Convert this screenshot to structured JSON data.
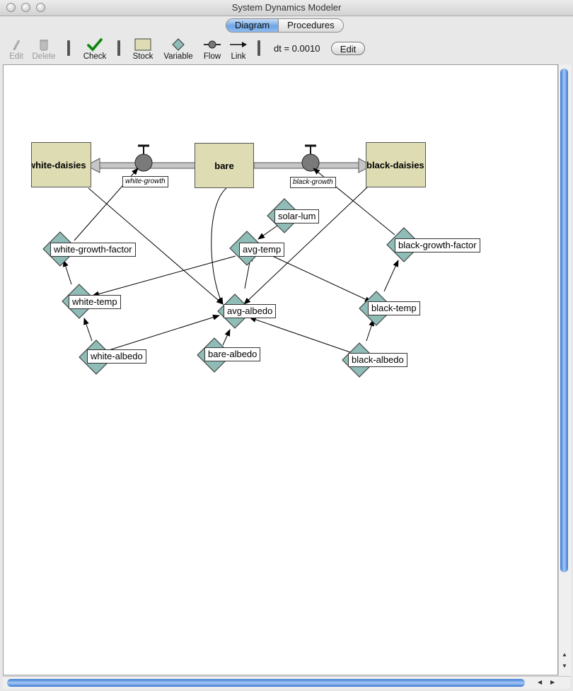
{
  "window": {
    "title": "System Dynamics Modeler"
  },
  "tabs": [
    {
      "label": "Diagram",
      "active": true
    },
    {
      "label": "Procedures",
      "active": false
    }
  ],
  "toolbar": {
    "edit_label": "Edit",
    "delete_label": "Delete",
    "check_label": "Check",
    "stock_label": "Stock",
    "variable_label": "Variable",
    "flow_label": "Flow",
    "link_label": "Link",
    "dt_text": "dt = 0.0010",
    "dt_edit_label": "Edit"
  },
  "diagram": {
    "stocks": {
      "white": "white-daisies",
      "bare": "bare",
      "black": "black-daisies"
    },
    "flows": {
      "white": "white-growth",
      "black": "black-growth"
    },
    "variables": {
      "white_growth_factor": "white-growth-factor",
      "white_temp": "white-temp",
      "white_albedo": "white-albedo",
      "solar_lum": "solar-lum",
      "avg_temp": "avg-temp",
      "avg_albedo": "avg-albedo",
      "bare_albedo": "bare-albedo",
      "black_growth_factor": "black-growth-factor",
      "black_temp": "black-temp",
      "black_albedo": "black-albedo"
    }
  },
  "colors": {
    "stock_fill": "#dedcb3",
    "variable_fill": "#8fbcb6",
    "flow_pipe": "#c6c6c6",
    "valve": "#7a7a7a",
    "tab_active": "#6fa5e4"
  }
}
